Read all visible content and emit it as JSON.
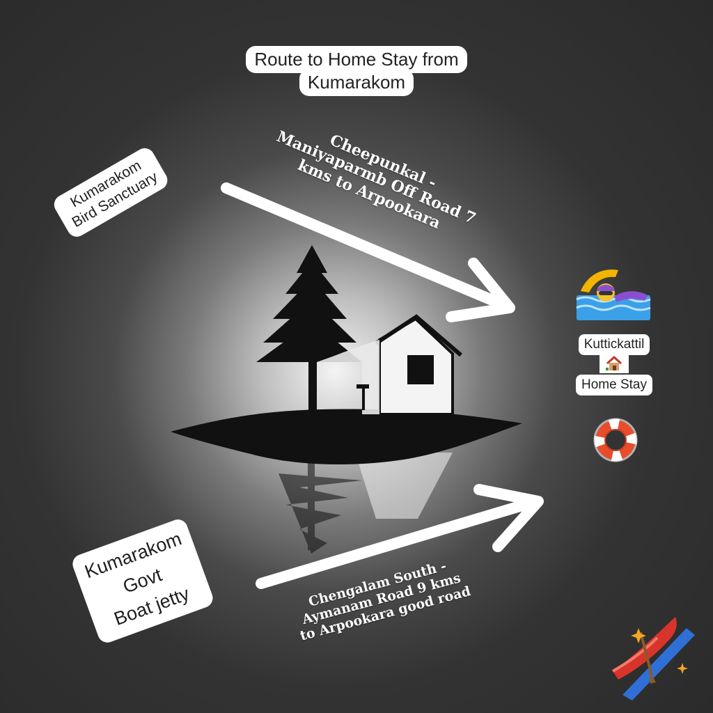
{
  "title": {
    "line1": "Route to Home Stay from",
    "line2": "Kumarakom"
  },
  "bird_sanctuary": {
    "line1": "Kumarakom",
    "line2": "Bird Sanctuary"
  },
  "boat_jetty": {
    "line1": "Kumarakom",
    "line2": "Govt",
    "line3": "Boat jetty"
  },
  "route_top": {
    "line1": "Cheepunkal -",
    "line2": "Maniyaparmb Off Road 7",
    "line3": "kms to Arpookara"
  },
  "route_bottom": {
    "line1": "Chengalam South -",
    "line2": "Aymanam  Road 9 kms",
    "line3": "to Arpookara good road"
  },
  "home_stay": {
    "line1": "Kuttickattil",
    "line2": "Home Stay"
  },
  "icons": {
    "swimmer": "swimmer-icon",
    "house": "house-icon",
    "lifebuoy": "lifebuoy-icon",
    "canoe": "canoe-icon"
  },
  "colors": {
    "background": "#333333",
    "label_bg": "#ffffff",
    "arrow": "#ffffff",
    "lifebuoy": "#e84c2b",
    "water": "#3aa0e8"
  }
}
